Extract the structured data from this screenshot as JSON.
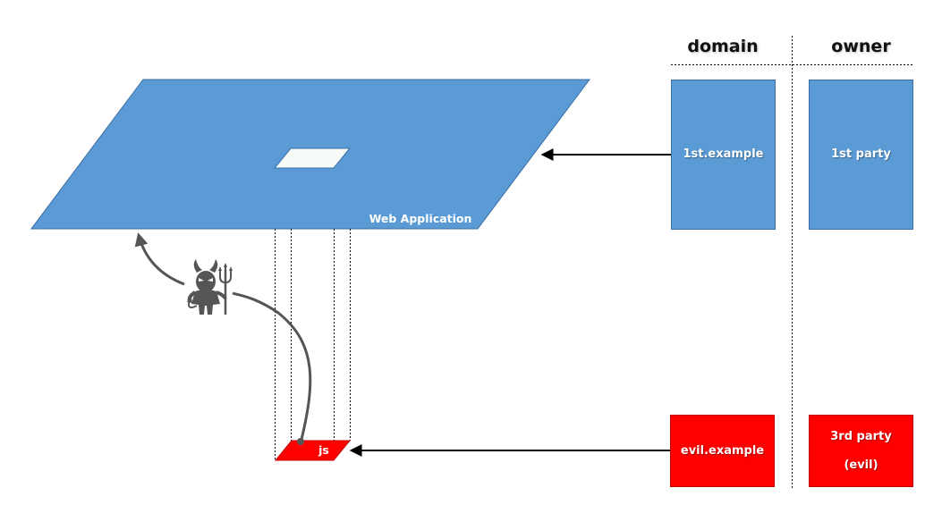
{
  "columns": {
    "domain": "domain",
    "owner": "owner"
  },
  "web_app": {
    "label": "Web Application"
  },
  "script": {
    "label": "js"
  },
  "domains": [
    {
      "label": "1st.example"
    },
    {
      "label": "evil.example"
    }
  ],
  "owners": [
    {
      "line1": "1st party"
    },
    {
      "line1": "3rd party",
      "line2": "(evil)"
    }
  ],
  "colors": {
    "first_party": "#5b9bd5",
    "evil": "#ff0000",
    "arrow": "#000000",
    "attack_path": "#555555"
  },
  "icons": {
    "attacker": "devil-with-trident-icon"
  }
}
